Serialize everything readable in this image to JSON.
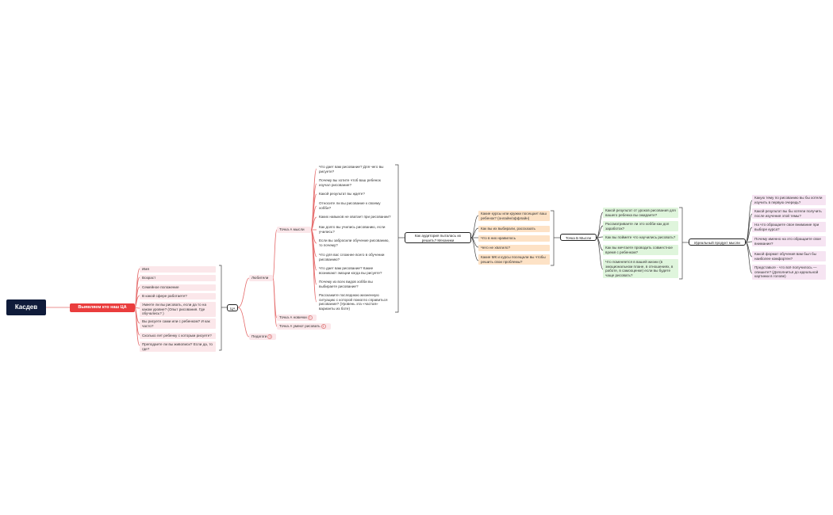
{
  "colors": {
    "root": "#0f1b3a",
    "main": "#ea3d3d",
    "link_red": "#e56b6b",
    "link_dark": "#444444",
    "pink": "#fbe7ea",
    "peach": "#fde2c6",
    "green": "#dff5dc",
    "lavender": "#f6e4f2"
  },
  "root": "Касдев",
  "main_topic": "Выявляем кто наш ЦА",
  "profile_questions": [
    "Имя",
    "Возраст",
    "Семейное положение",
    "В какой сфере работаете?",
    "Умеете ли вы рисовать, если да то на каком уровне? (Опыт рисования. Где обучались? )",
    "Вы рисуете сами или с ребенком? И как часто?",
    "Сколько лет ребенку с которым рисуете?",
    "Преподаете ли вы живописи? Если да, то где?"
  ],
  "ca": "ЦА",
  "amateurs": "Любители",
  "teachers": "Педагоги",
  "teachers_count": "1",
  "point_a_pain": "Точка А мысли",
  "point_a_newbie": "Точка А новички",
  "point_a_newbie_count": "1",
  "point_a_can_draw": "Точка А умеют рисовать",
  "point_a_can_draw_count": "1",
  "pain_questions": [
    "Что дает вам рисование? Для чего вы рисуете?",
    "Почему вы хотите чтоб ваш ребенок изучал рисование?",
    "Какой результат вы ждете?",
    "Относите ли вы рисование к своему хобби?",
    "Каких навыков не хватает при рисовании?",
    "Как долго вы учились рисованию, если учились?",
    "Если вы забросили обучение рисованию, то почему?",
    "Что для вас сложнее всего в обучении рисованию?",
    "Что дает вам рисование? Какие возникают эмоции когда вы рисуете?",
    "Почему из всех видов хобби вы выбираете рисование?",
    "Расскажите последнюю жизненную ситуацию с которой помогло справиться рисование? (Уровень эта «частая» варианты из боте)"
  ],
  "how_solve": "Как аудитория пыталась их решить? Механики",
  "solve_questions": [
    "Какие курсы или кружки посещает ваш ребенок? (онлайн/оффлайн)",
    "Как вы их выбирали, рассказать",
    "Что в них нравилось",
    "Чего не хватило?",
    "Какие МК и курсы посещали вы чтобы решить свои проблемы?"
  ],
  "point_b": "Точка Б Мысли",
  "b_questions": [
    "Какой результат от уроков рисования для вашего ребенка вы ожидаете?",
    "Рассматриваете ли это хобби как доп заработок?",
    "Как вы поймете что научились рисовать?",
    "Как вы мечтаете проводить совместное время с ребенком?",
    "Что поменяется в вашей жизни (в эмоциональном плане, в отношениях, в работе, в самооценке) если вы будете чаще рисовать?"
  ],
  "ideal": "Идеальный продукт мысли",
  "ideal_questions": [
    "Какую тему по рисованию вы бы хотели изучить в первую очередь?",
    "Какой результат вы бы хотели получить после изучения этой темы?",
    "На что обращаете свое внимание при выборе курса?",
    "Почему именно на это обращаете свое внимание?",
    "Какой формат обучения вам был бы наиболее комфортен?",
    "Представьте - что всё получилось — опишите? (Дополнитья до идеальной картинки в голове)"
  ]
}
